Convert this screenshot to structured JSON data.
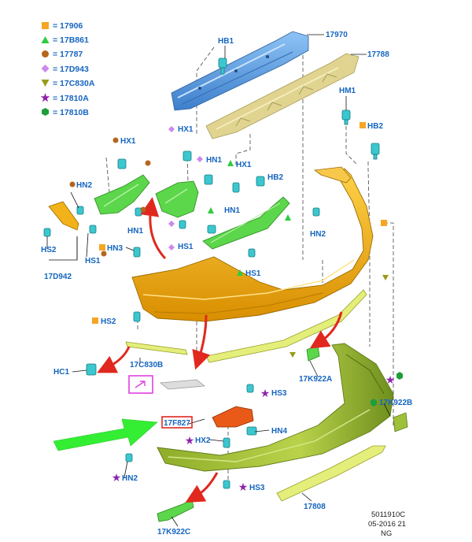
{
  "legend": [
    {
      "symbol": "square",
      "color": "#f5a623",
      "text": "= 17906"
    },
    {
      "symbol": "triangle",
      "color": "#2ecc40",
      "text": "= 17B861"
    },
    {
      "symbol": "circle",
      "color": "#b5651d",
      "text": "= 17787"
    },
    {
      "symbol": "diamond",
      "color": "#cc88ee",
      "text": "= 17D943"
    },
    {
      "symbol": "tri-down",
      "color": "#9a9a1a",
      "text": "= 17C830A"
    },
    {
      "symbol": "star",
      "color": "#8e24aa",
      "text": "= 17810A"
    },
    {
      "symbol": "hexagon",
      "color": "#1e9e3a",
      "text": "= 17810B"
    }
  ],
  "labels": {
    "p17970": "17970",
    "p17788": "17788",
    "hb1": "HB1",
    "hm1": "HM1",
    "hb2_top": "HB2",
    "hx1_a": "HX1",
    "hx1_b": "HX1",
    "hn1_a": "HN1",
    "hx1_c": "HX1",
    "hb2_mid": "HB2",
    "hn2_a": "HN2",
    "hn1_b": "HN1",
    "hn1_c": "HN1",
    "hn2_b": "HN2",
    "hs2_a": "HS2",
    "hs1_a": "HS1",
    "hs1_b": "HS1",
    "hn3": "HN3",
    "hs1_c": "HS1",
    "p17d942": "17D942",
    "hs2_b": "HS2",
    "hc1": "HC1",
    "p17c830b": "17C830B",
    "p17k922a": "17K922A",
    "hs3_a": "HS3",
    "p17k922b": "17K922B",
    "p17f827": "17F827",
    "hx2": "HX2",
    "hn4": "HN4",
    "hn2_c": "HN2",
    "hs3_b": "HS3",
    "p17808": "17808",
    "p17k922c": "17K922C"
  },
  "footer": {
    "line1": "5011910C",
    "line2": "05-2016 21",
    "line3": "NG"
  },
  "colors": {
    "reinforcement": "#5aa0e6",
    "absorber": "#e0d490",
    "cover": "#f2b21a",
    "bracket": "#5cd64a",
    "lower_valance": "#a8c43a",
    "trim_strip": "#e4ee7a",
    "callout_arrow": "#e0281e",
    "pointer_arrow": "#33ee33",
    "highlight_box": "#e0281e",
    "clip": "#3cc7cf",
    "magenta_box": "#e040e0"
  },
  "icons": [
    "clip-icon",
    "push-pin-icon",
    "pointer-arrow-icon",
    "callout-arrow-icon"
  ]
}
